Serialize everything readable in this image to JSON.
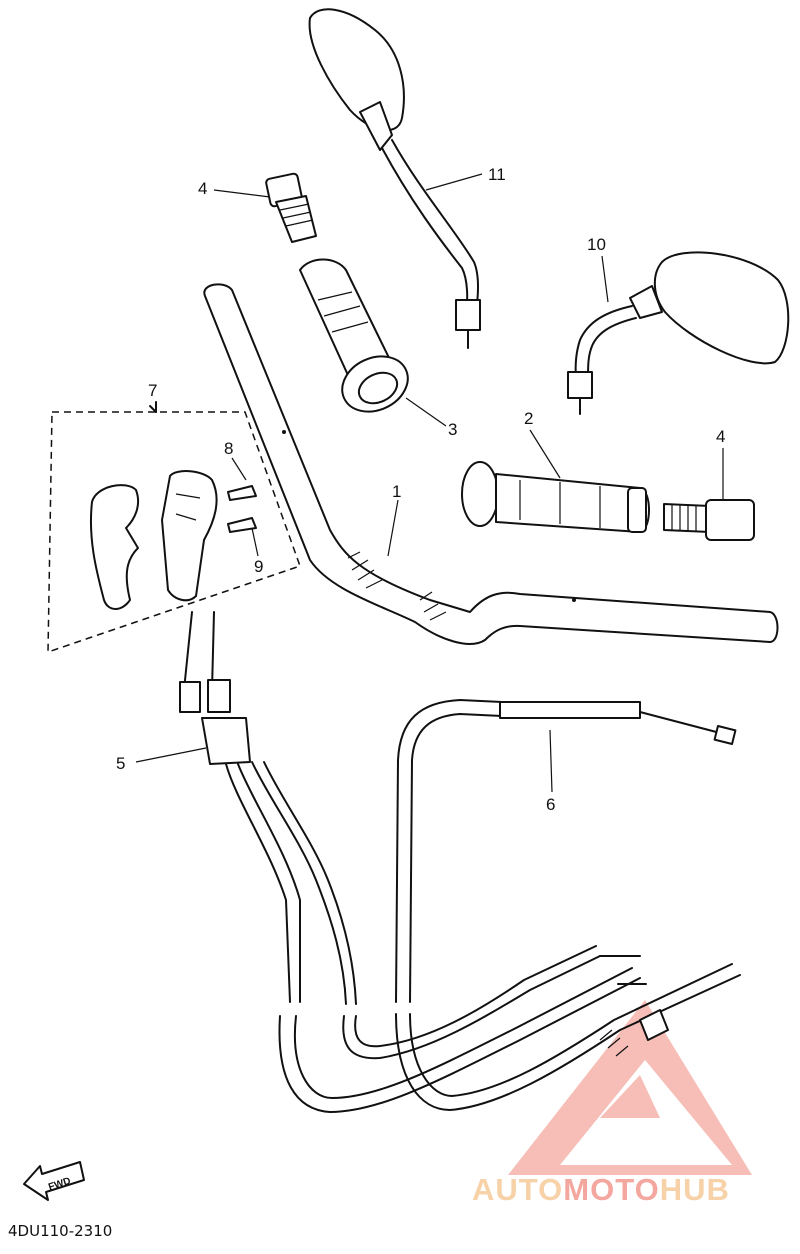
{
  "labels": {
    "l1": "1",
    "l2": "2",
    "l3": "3",
    "l4a": "4",
    "l4b": "4",
    "l5": "5",
    "l6": "6",
    "l7": "7",
    "l8": "8",
    "l9": "9",
    "l10": "10",
    "l11": "11"
  },
  "fwd": "FWD",
  "diagram_code": "4DU110-2310",
  "watermark": {
    "auto": "AUTO",
    "moto": "MOTO",
    "hub": "HUB",
    "color_primary": "#f08a7e",
    "color_secondary": "#f5c28a"
  }
}
